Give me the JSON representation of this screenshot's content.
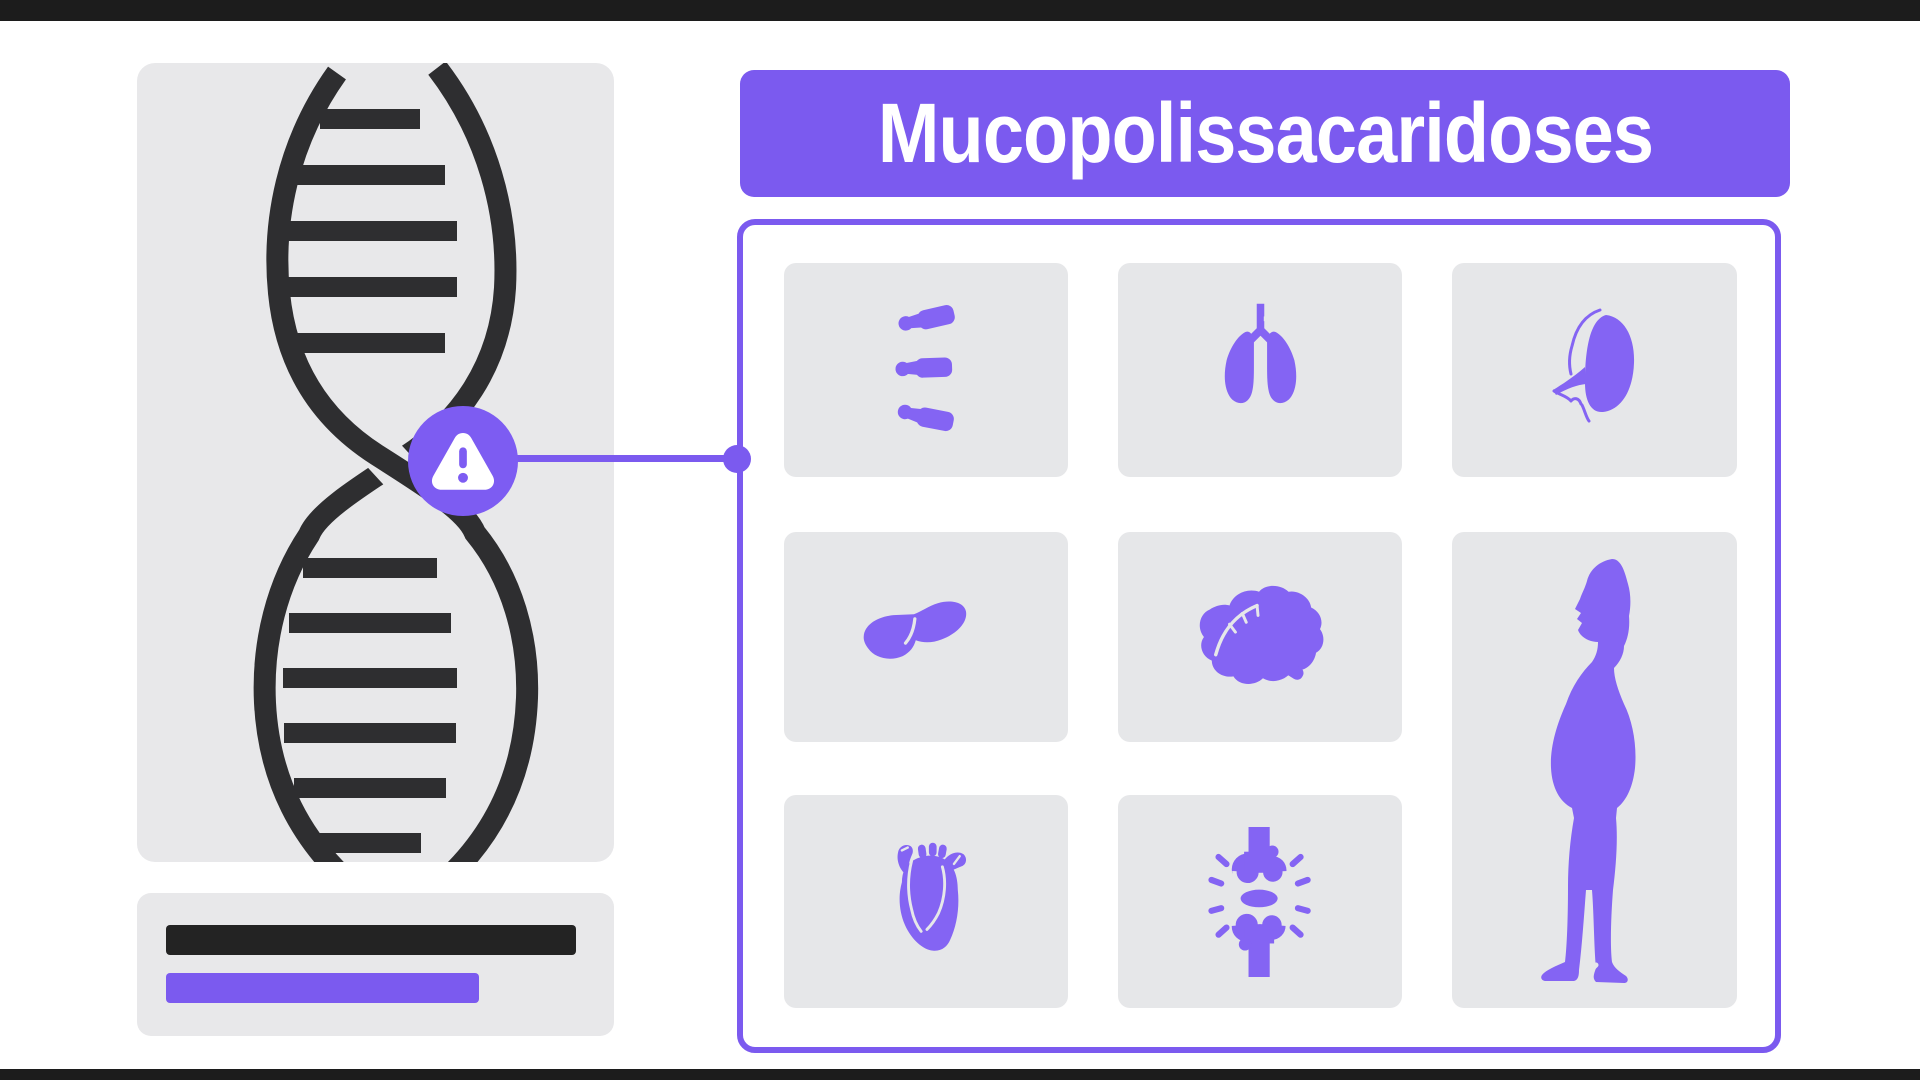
{
  "header": {
    "title": "Mucopolissacaridoses"
  },
  "colors": {
    "background": "#FFFFFF",
    "accent_purple": "#7B5AEF",
    "icon_purple": "#8464F3",
    "badge_purple": "#7D5CF2",
    "panel_gray": "#E8E8EA",
    "card_gray": "#E6E7E9",
    "dna_dark": "#2E2E30",
    "caption_bar_dark": "#232323",
    "edge_strip_black": "#1C1C1C",
    "title_text_color": "#FFFFFF"
  },
  "left_panel": {
    "illustration": "dna-double-helix",
    "badge": "gene-mutation-warning"
  },
  "caption": {
    "bar1": "dark-title-placeholder-bar",
    "bar2": "purple-subtitle-placeholder-bar"
  },
  "organ_grid": {
    "cards": [
      {
        "organ": "spine-vertebrae"
      },
      {
        "organ": "lungs"
      },
      {
        "organ": "spleen"
      },
      {
        "organ": "liver"
      },
      {
        "organ": "brain"
      },
      {
        "organ": "patient-body-silhouette"
      },
      {
        "organ": "heart"
      },
      {
        "organ": "knee-joint"
      }
    ]
  }
}
